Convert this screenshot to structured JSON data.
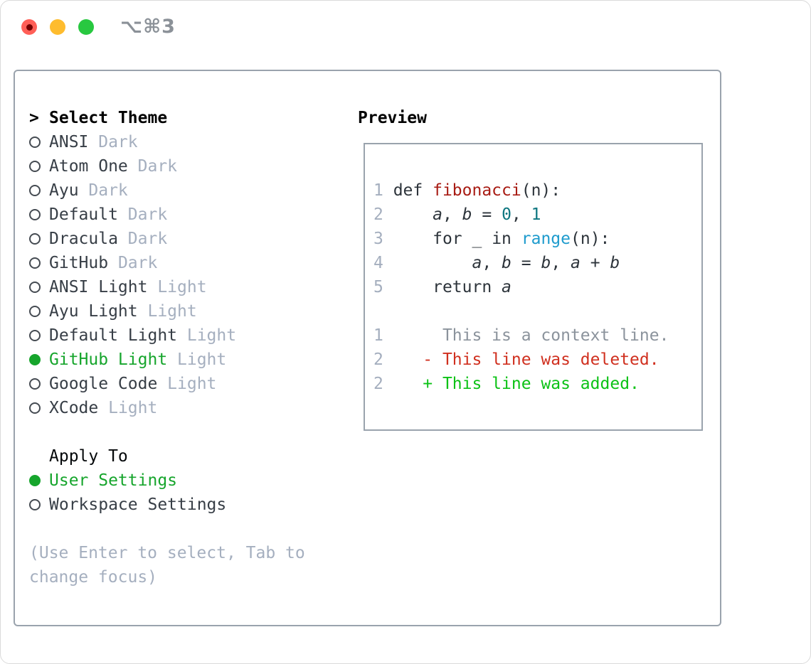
{
  "window": {
    "title": "⌥⌘3",
    "traffic_lights": [
      "close-icon",
      "minimize-icon",
      "zoom-icon"
    ]
  },
  "theme_list": {
    "header_prefix": ">",
    "header": "Select Theme",
    "items": [
      {
        "name": "ANSI",
        "variant": "Dark",
        "selected": false
      },
      {
        "name": "Atom One",
        "variant": "Dark",
        "selected": false
      },
      {
        "name": "Ayu",
        "variant": "Dark",
        "selected": false
      },
      {
        "name": "Default",
        "variant": "Dark",
        "selected": false
      },
      {
        "name": "Dracula",
        "variant": "Dark",
        "selected": false
      },
      {
        "name": "GitHub",
        "variant": "Dark",
        "selected": false
      },
      {
        "name": "ANSI Light",
        "variant": "Light",
        "selected": false
      },
      {
        "name": "Ayu Light",
        "variant": "Light",
        "selected": false
      },
      {
        "name": "Default Light",
        "variant": "Light",
        "selected": false
      },
      {
        "name": "GitHub Light",
        "variant": "Light",
        "selected": true
      },
      {
        "name": "Google Code",
        "variant": "Light",
        "selected": false
      },
      {
        "name": "XCode",
        "variant": "Light",
        "selected": false
      }
    ]
  },
  "apply_to": {
    "header": "Apply To",
    "options": [
      {
        "label": "User Settings",
        "selected": true
      },
      {
        "label": "Workspace Settings",
        "selected": false
      }
    ]
  },
  "hint": "(Use Enter to select, Tab to change focus)",
  "preview": {
    "header": "Preview",
    "code_lines": [
      {
        "num": "1",
        "tokens": [
          [
            "def ",
            "kw"
          ],
          [
            "fibonacci",
            "fn"
          ],
          [
            "(n):",
            "pln"
          ]
        ]
      },
      {
        "num": "2",
        "tokens": [
          [
            "    ",
            "pln"
          ],
          [
            "a",
            "var"
          ],
          [
            ", ",
            "pln"
          ],
          [
            "b",
            "var"
          ],
          [
            " = ",
            "pln"
          ],
          [
            "0",
            "num"
          ],
          [
            ", ",
            "pln"
          ],
          [
            "1",
            "num"
          ]
        ]
      },
      {
        "num": "3",
        "tokens": [
          [
            "    ",
            "pln"
          ],
          [
            "for",
            "kw"
          ],
          [
            " _ ",
            "pln"
          ],
          [
            "in",
            "kw"
          ],
          [
            " ",
            "pln"
          ],
          [
            "range",
            "call"
          ],
          [
            "(n):",
            "pln"
          ]
        ]
      },
      {
        "num": "4",
        "tokens": [
          [
            "        ",
            "pln"
          ],
          [
            "a",
            "var"
          ],
          [
            ", ",
            "pln"
          ],
          [
            "b",
            "var"
          ],
          [
            " = ",
            "pln"
          ],
          [
            "b",
            "var"
          ],
          [
            ", ",
            "pln"
          ],
          [
            "a",
            "var"
          ],
          [
            " + ",
            "pln"
          ],
          [
            "b",
            "var"
          ]
        ]
      },
      {
        "num": "5",
        "tokens": [
          [
            "    ",
            "pln"
          ],
          [
            "return",
            "kw"
          ],
          [
            " ",
            "pln"
          ],
          [
            "a",
            "var"
          ]
        ]
      }
    ],
    "diff_lines": [
      {
        "num": "1",
        "type": "context",
        "text": "      This is a context line."
      },
      {
        "num": "2",
        "type": "deleted",
        "text": "    - This line was deleted."
      },
      {
        "num": "2",
        "type": "added",
        "text": "    + This line was added."
      }
    ]
  },
  "colors": {
    "selected_green": "#16a52c",
    "added_green": "#0cc216",
    "deleted_red": "#d0301f",
    "function_red": "#a81c14",
    "number_teal": "#0d7680",
    "call_blue": "#1e9bcd",
    "muted_gray": "#a5afbf",
    "text_dark": "#373e46",
    "code_dark": "#2d343b",
    "context_gray": "#8b939c",
    "line_number_gray": "#a4aebe",
    "border_gray": "#9aa3ad",
    "traffic_red": "#ff5f57",
    "traffic_red_dot": "#750000",
    "traffic_yellow": "#febc2e",
    "traffic_green": "#28c840",
    "title_gray": "#8b9198"
  }
}
